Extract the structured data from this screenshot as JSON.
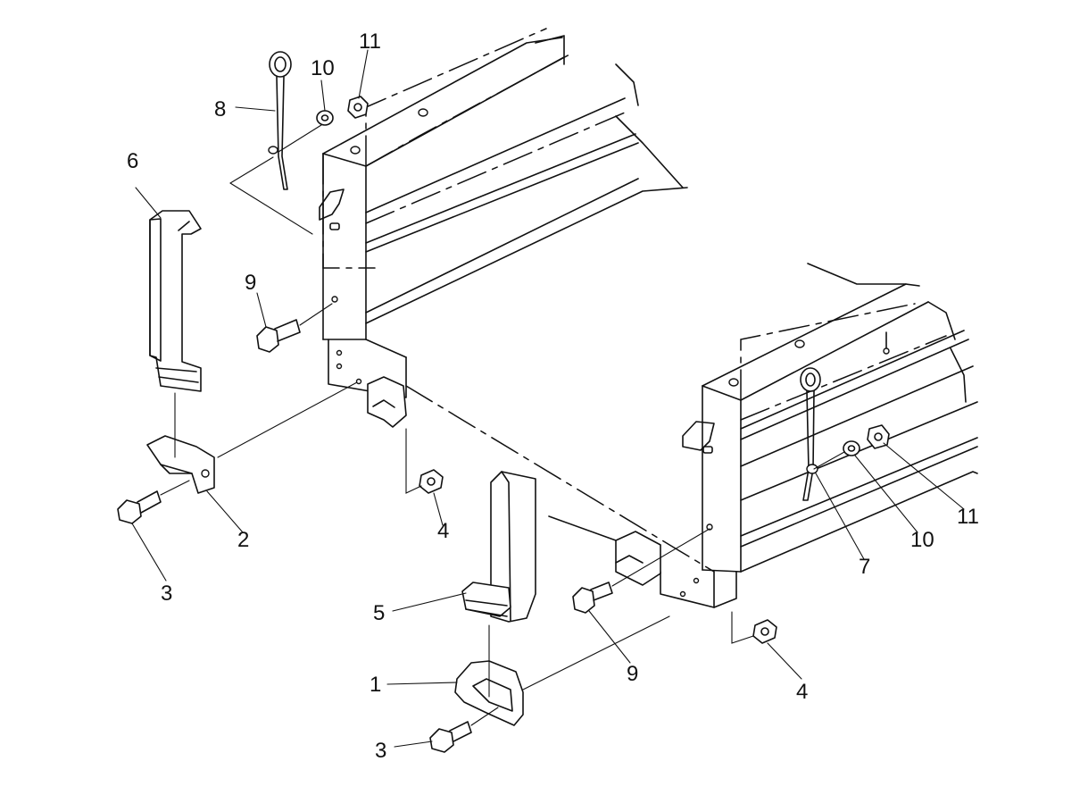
{
  "diagram": {
    "callouts": [
      {
        "id": "c1",
        "label": "1"
      },
      {
        "id": "c2",
        "label": "2"
      },
      {
        "id": "c3a",
        "label": "3"
      },
      {
        "id": "c3b",
        "label": "3"
      },
      {
        "id": "c4a",
        "label": "4"
      },
      {
        "id": "c4b",
        "label": "4"
      },
      {
        "id": "c5",
        "label": "5"
      },
      {
        "id": "c6",
        "label": "6"
      },
      {
        "id": "c7",
        "label": "7"
      },
      {
        "id": "c8",
        "label": "8"
      },
      {
        "id": "c9a",
        "label": "9"
      },
      {
        "id": "c9b",
        "label": "9"
      },
      {
        "id": "c10a",
        "label": "10"
      },
      {
        "id": "c10b",
        "label": "10"
      },
      {
        "id": "c11a",
        "label": "11"
      },
      {
        "id": "c11b",
        "label": "11"
      }
    ]
  }
}
